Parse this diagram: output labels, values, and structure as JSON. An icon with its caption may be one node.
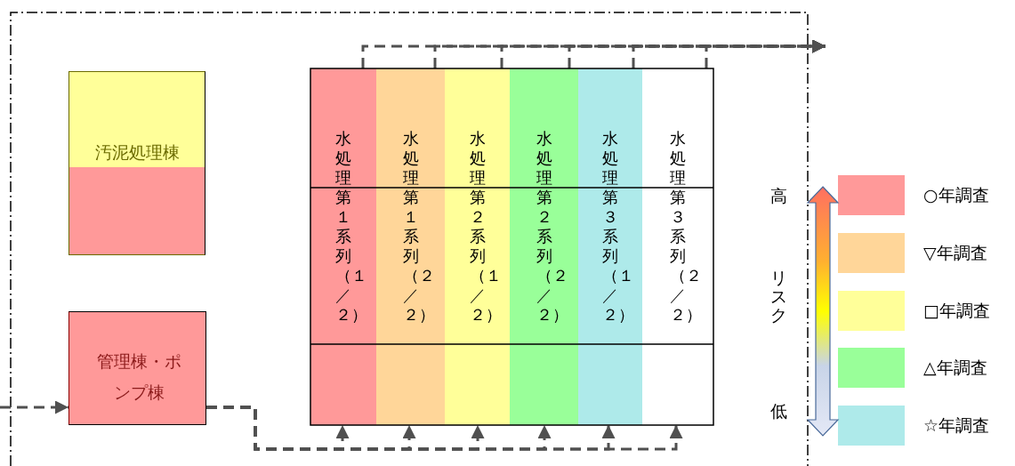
{
  "diagram": {
    "nodes": [
      {
        "text": [
          "汚泥処理棟"
        ]
      },
      {
        "text": [
          "管理棟・ポンプ棟"
        ]
      },
      {
        "text": [
          "水処理第１系列（１／２）"
        ]
      },
      {
        "text": [
          "水処理第１系列（２／２）"
        ]
      },
      {
        "text": [
          "水処理第２系列（１／２）"
        ]
      },
      {
        "text": [
          "水処理第２系列（２／２）"
        ]
      },
      {
        "text": [
          "水処理第３系列（１／２）"
        ]
      },
      {
        "text": [
          "水処理第３系列（２／２）"
        ]
      }
    ],
    "edges": [
      {
        "from": null,
        "to": 1,
        "arrow": "to",
        "style": "dashed"
      },
      {
        "from": 1,
        "to": 2,
        "arrow": "to",
        "style": "dashed"
      },
      {
        "from": 1,
        "to": 3,
        "arrow": "to",
        "style": "dashed"
      },
      {
        "from": 1,
        "to": 4,
        "arrow": "to",
        "style": "dashed"
      },
      {
        "from": 1,
        "to": 5,
        "arrow": "to",
        "style": "dashed"
      },
      {
        "from": 1,
        "to": 6,
        "arrow": "to",
        "style": "dashed"
      },
      {
        "from": 1,
        "to": 7,
        "arrow": "to",
        "style": "dashed"
      },
      {
        "from": 2,
        "to": null,
        "arrow": "to",
        "style": "dashed"
      },
      {
        "from": 3,
        "to": null,
        "arrow": "to",
        "style": "dashed"
      },
      {
        "from": 4,
        "to": null,
        "arrow": "to",
        "style": "dashed"
      },
      {
        "from": 5,
        "to": null,
        "arrow": "to",
        "style": "dashed"
      },
      {
        "from": 6,
        "to": null,
        "arrow": "to",
        "style": "dashed"
      },
      {
        "from": 7,
        "to": null,
        "arrow": "to",
        "style": "dashed"
      }
    ],
    "labels": [
      "高",
      "リスク",
      "低"
    ],
    "legend": [
      {
        "text": "○年調査",
        "color": "#ff9999"
      },
      {
        "text": "▽年調査",
        "color": "#ffd699"
      },
      {
        "text": "□年調査",
        "color": "#ffff99"
      },
      {
        "text": "△年調査",
        "color": "#99ff99"
      },
      {
        "text": "☆年調査",
        "color": "#aeeaea"
      }
    ]
  }
}
